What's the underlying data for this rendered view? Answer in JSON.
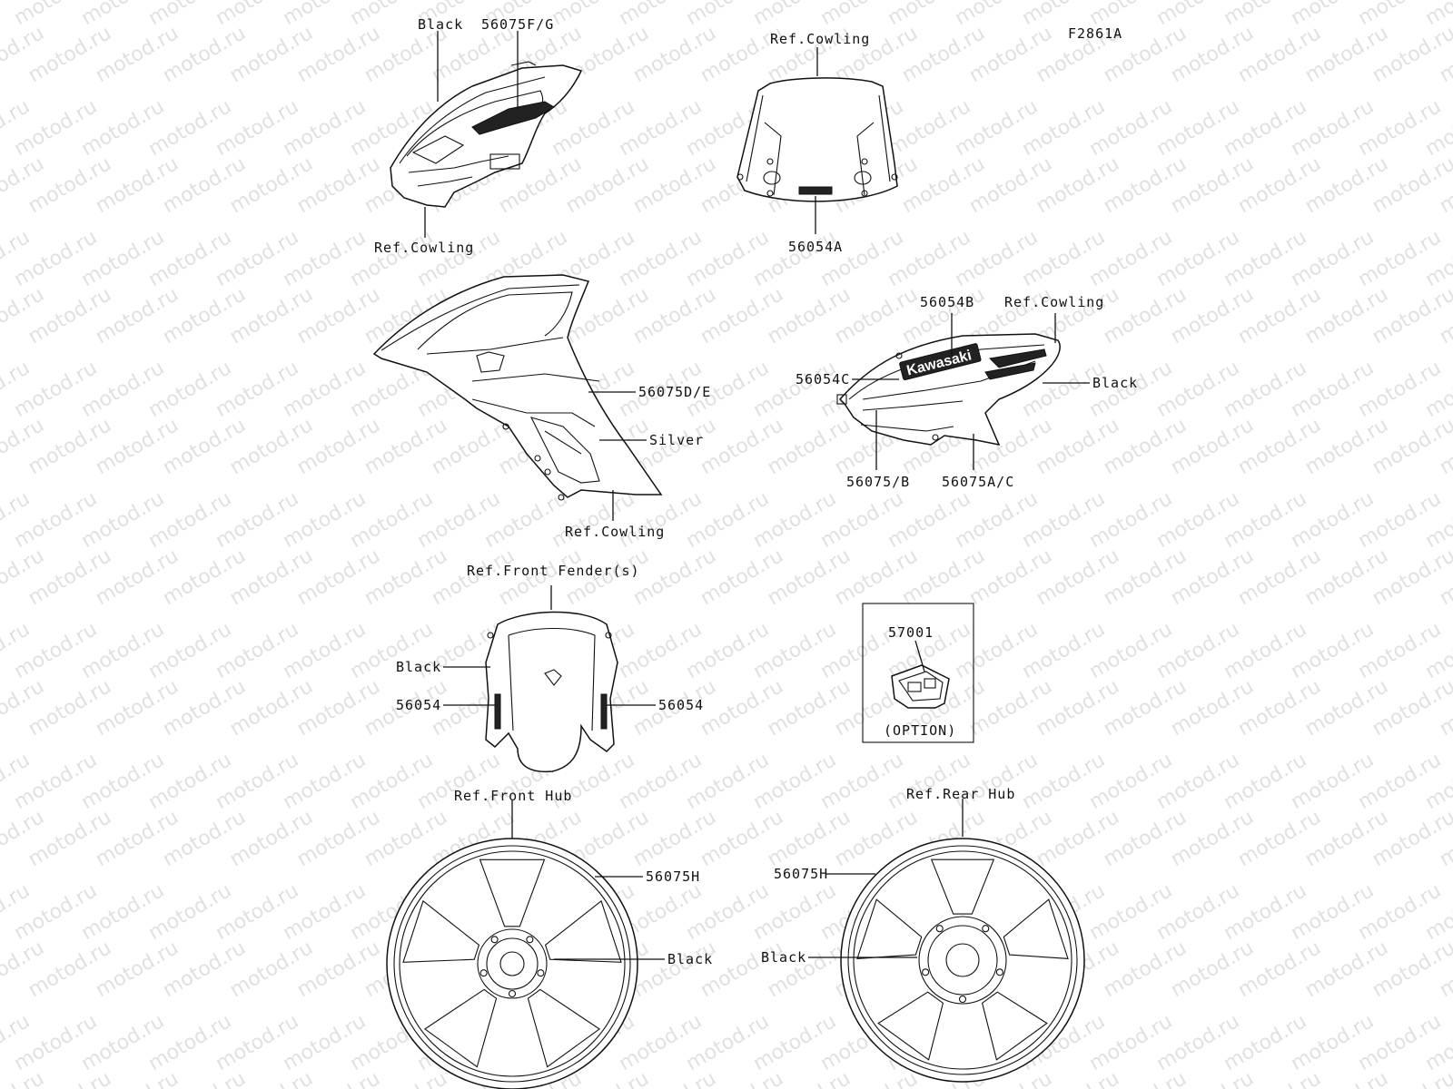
{
  "figure_code": "F2861A",
  "watermark": "motod.ru",
  "labels": {
    "black_top": "Black",
    "p56075fg": "56075F/G",
    "ref_cowling_1": "Ref.Cowling",
    "ref_cowling_2": "Ref.Cowling",
    "p56054a": "56054A",
    "p56075de": "56075D/E",
    "silver": "Silver",
    "ref_cowling_3": "Ref.Cowling",
    "p56054b": "56054B",
    "ref_cowling_4": "Ref.Cowling",
    "p56054c": "56054C",
    "black_side": "Black",
    "p56075b": "56075/B",
    "p56075ac": "56075A/C",
    "kawasaki": "Kawasaki",
    "ref_front_fender": "Ref.Front Fender(s)",
    "black_fender": "Black",
    "p56054_left": "56054",
    "p56054_right": "56054",
    "p57001": "57001",
    "option": "(OPTION)",
    "ref_front_hub": "Ref.Front Hub",
    "p56075h_front": "56075H",
    "black_front_wheel": "Black",
    "ref_rear_hub": "Ref.Rear Hub",
    "p56075h_rear": "56075H",
    "black_rear_wheel": "Black"
  }
}
